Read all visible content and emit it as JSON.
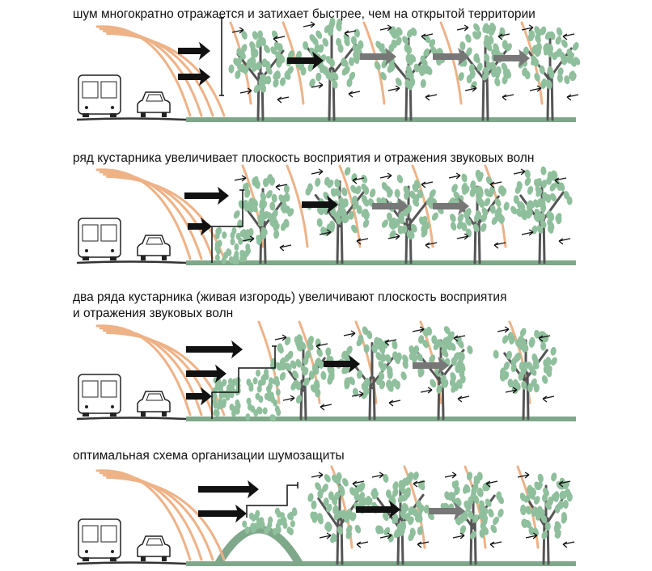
{
  "panels": [
    {
      "caption": [
        "шум многократно отражается и затихает быстрее, чем на открытой территории"
      ]
    },
    {
      "caption": [
        "ряд кустарника увеличивает плоскость восприятия и отражения звуковых волн"
      ]
    },
    {
      "caption": [
        "два ряда кустарника (живая изгородь) увеличивают плоскость восприятия",
        "и отражения звуковых волн"
      ]
    },
    {
      "caption": [
        "оптимальная схема организации шумозащиты"
      ]
    }
  ],
  "colors": {
    "foliage": "#8fbf9c",
    "wave": "#eeb287",
    "trunk": "#555555",
    "ground": "#7fa88a",
    "arrow": "#111111",
    "arrow_faded": "#777777"
  }
}
